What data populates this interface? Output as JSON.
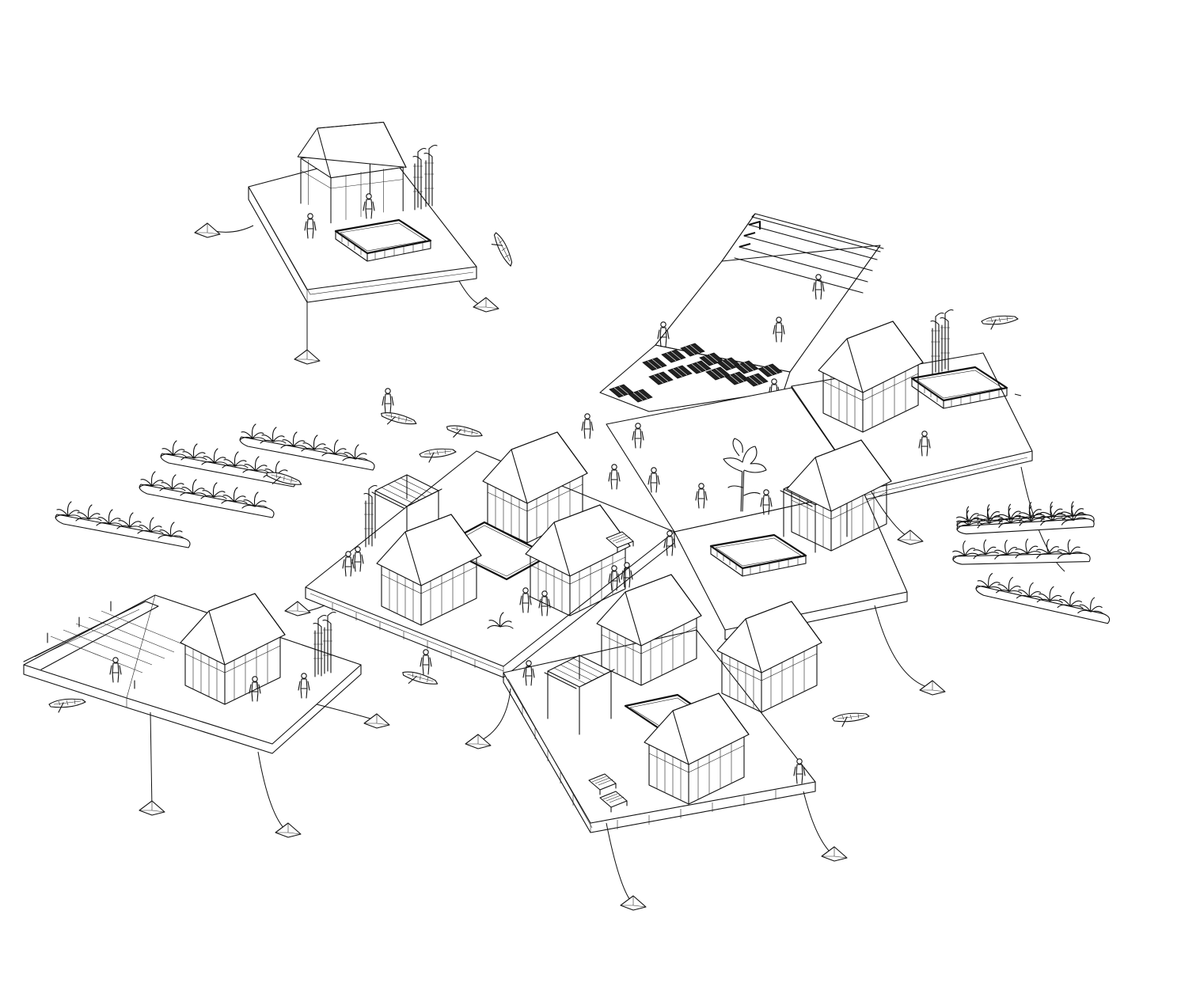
{
  "figure": {
    "type": "axonometric-drawing",
    "style": "black line drawing on white",
    "background": "#ffffff",
    "line_color": "#111111"
  },
  "platforms": [
    {
      "id": "north-pavilion-platform",
      "features": [
        "pavilion-house",
        "planter-frame",
        "bamboo",
        "people"
      ]
    },
    {
      "id": "north-east-solar-platform",
      "features": [
        "pergola-rack",
        "solar-panel-array",
        "people"
      ]
    },
    {
      "id": "east-house-platform",
      "features": [
        "pavilion-house",
        "planter-frame",
        "bamboo"
      ]
    },
    {
      "id": "center-courtyard-platform",
      "features": [
        "courtyard-houses",
        "pergola",
        "people"
      ]
    },
    {
      "id": "center-east-garden-platform",
      "features": [
        "tree",
        "pavilion-house",
        "planter-frame",
        "people"
      ]
    },
    {
      "id": "west-pergola-platform",
      "features": [
        "pergola-deck",
        "pavilion-house",
        "bamboo",
        "people"
      ]
    },
    {
      "id": "south-courtyard-platform",
      "features": [
        "courtyard-houses",
        "pergola",
        "deck-chairs",
        "people"
      ]
    }
  ],
  "icons": {
    "anchor": "anchor-icon",
    "boat": "boat-icon",
    "person": "person-icon",
    "planter": "floating-planter-icon",
    "tree": "tree-icon"
  }
}
